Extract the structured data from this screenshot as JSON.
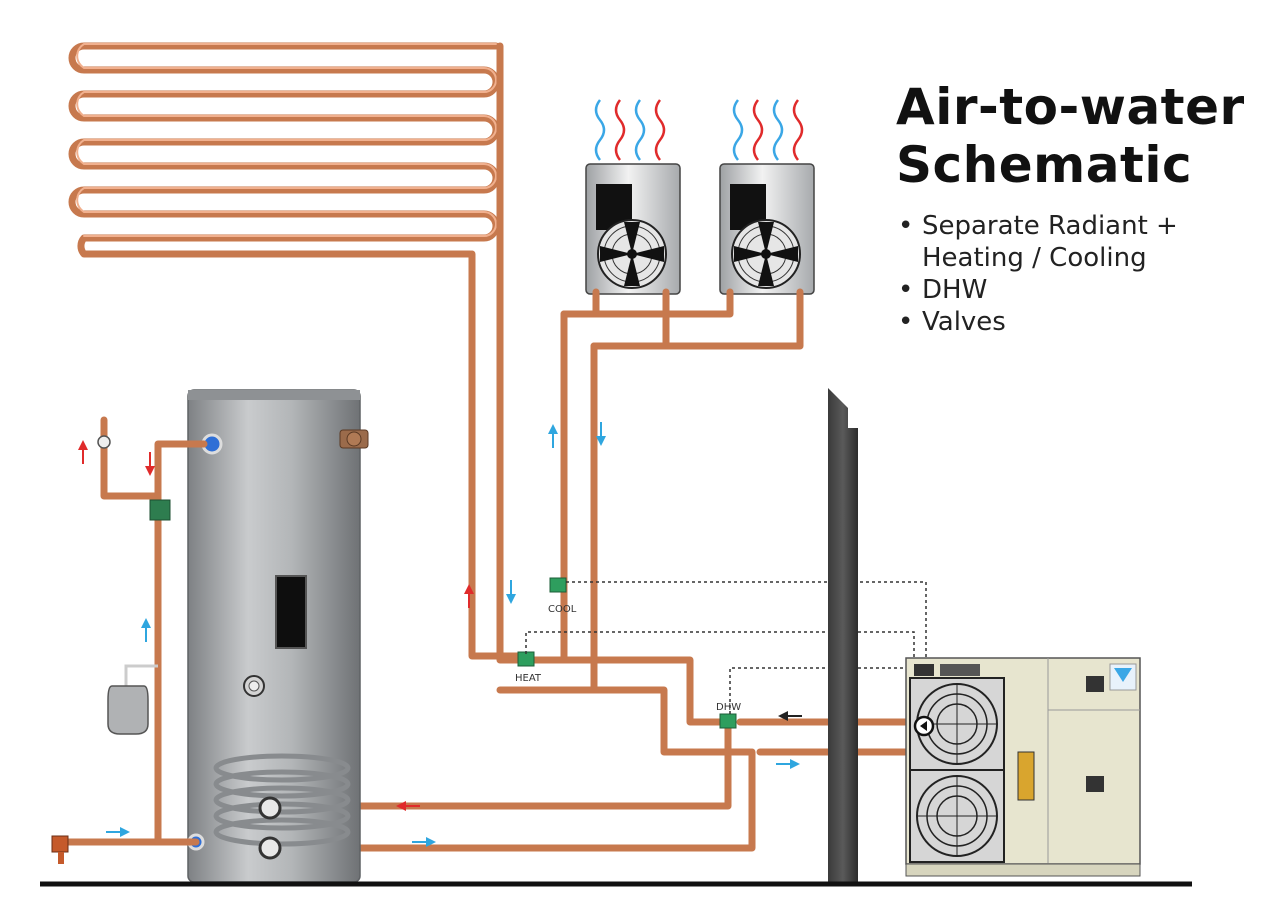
{
  "title": {
    "line1": "Air-to-water",
    "line2": "Schematic"
  },
  "bullets": [
    {
      "line1": "Separate Radiant +",
      "line2": "Heating / Cooling"
    },
    {
      "line1": "DHW"
    },
    {
      "line1": "Valves"
    }
  ],
  "valve_labels": {
    "cool": "COOL",
    "heat": "HEAT",
    "dhw": "DHW"
  },
  "colors": {
    "pipe": "#c7794e",
    "hot_arrow": "#e02b2b",
    "cold_arrow": "#2fa6df",
    "tank": "#a9acae",
    "heat_pump_body": "#e7e5cf"
  },
  "icons": [
    "radiant-floor-coil",
    "fan-coil-unit",
    "storage-tank",
    "expansion-tank",
    "mixing-valve",
    "heat-pump-unit",
    "fan-icon",
    "wall"
  ]
}
